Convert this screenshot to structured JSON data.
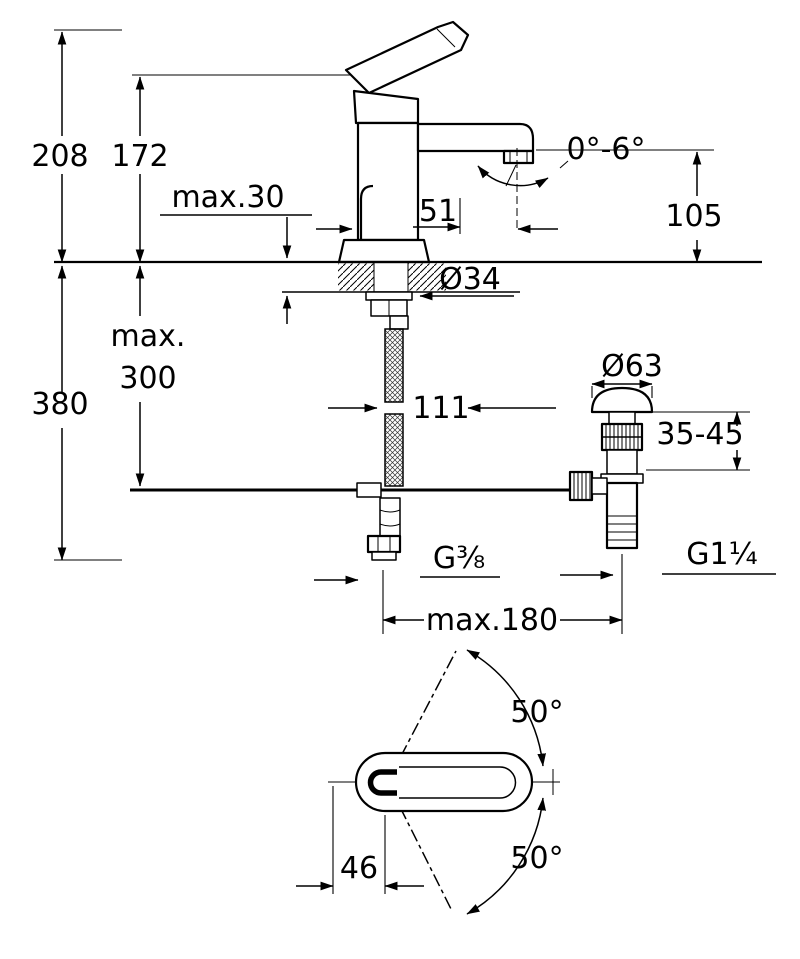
{
  "page": {
    "background": "#ffffff",
    "line_color": "#000000",
    "description": "Technical installation dimension drawing of a single-lever basin mixer tap with pop-up waste set"
  },
  "labels": {
    "overall_height": "208",
    "height_to_spout": "172",
    "max_deck_thickness": "max.30",
    "spout_projection": "51",
    "aerator_angle": "0°-6°",
    "spout_height": "105",
    "hole_diameter": "Ø34",
    "max_hose_word": "max.",
    "max_hose_value": "300",
    "overall_depth": "380",
    "hose_offset": "111",
    "waste_flange_diameter": "Ø63",
    "basin_thickness": "35-45",
    "supply_thread": "G³⁄₈",
    "waste_thread": "G1¹⁄₄",
    "max_rod_length": "max.180",
    "swivel_angle_upper": "50°",
    "swivel_angle_lower": "50°",
    "handle_offset": "46"
  }
}
